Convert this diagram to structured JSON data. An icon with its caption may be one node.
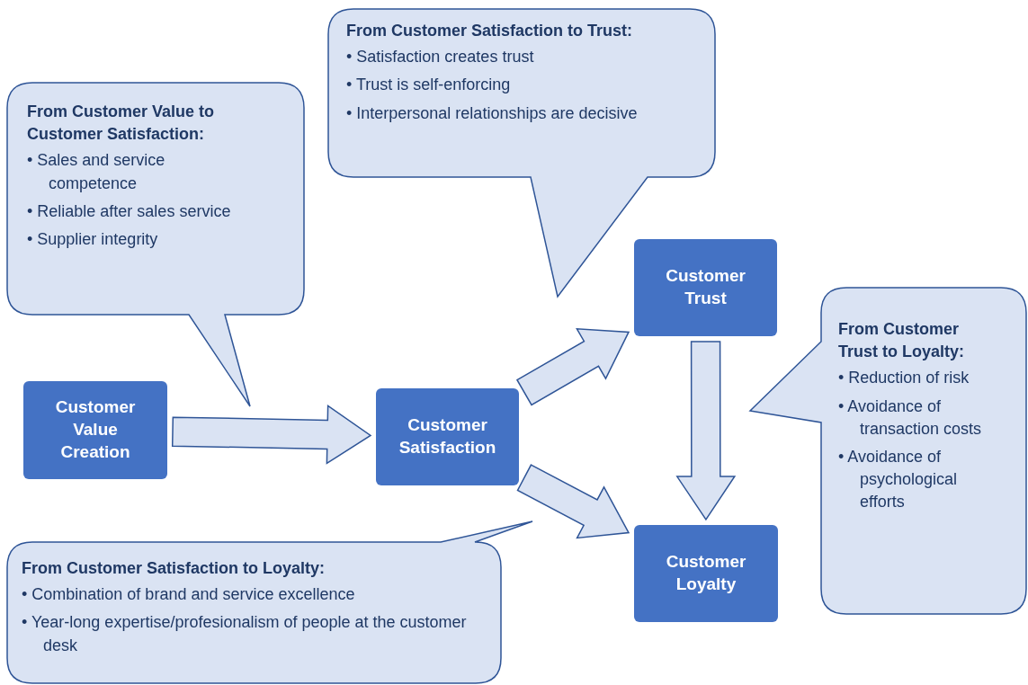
{
  "diagram": {
    "nodes": [
      {
        "text": [
          "Customer Value Creation"
        ]
      },
      {
        "text": [
          "Customer Satisfaction"
        ]
      },
      {
        "text": [
          "Customer Trust"
        ]
      },
      {
        "text": [
          "Customer Loyalty"
        ]
      },
      {
        "text": [
          "From Customer Value to Customer Satisfaction:",
          "• Sales and service competence",
          "• Reliable after sales service",
          "• Supplier integrity"
        ]
      },
      {
        "text": [
          "From Customer Satisfaction to Trust:",
          "• Satisfaction creates trust",
          "• Trust is self-enforcing",
          "• Interpersonal relationships are decisive"
        ]
      },
      {
        "text": [
          "From Customer Trust to Loyalty:",
          "• Reduction of risk",
          "• Avoidance of transaction costs",
          "• Avoidance of psychological efforts"
        ]
      },
      {
        "text": [
          "From Customer Satisfaction to Loyalty:",
          "• Combination of brand and service excellence",
          "• Year-long expertise/profesionalism of people at the customer desk"
        ]
      }
    ],
    "edges": [
      {
        "from": 0,
        "to": 1,
        "arrow": "to"
      },
      {
        "from": 1,
        "to": 2,
        "arrow": "to"
      },
      {
        "from": 2,
        "to": 3,
        "arrow": "to"
      },
      {
        "from": 1,
        "to": 3,
        "arrow": "to"
      }
    ]
  }
}
